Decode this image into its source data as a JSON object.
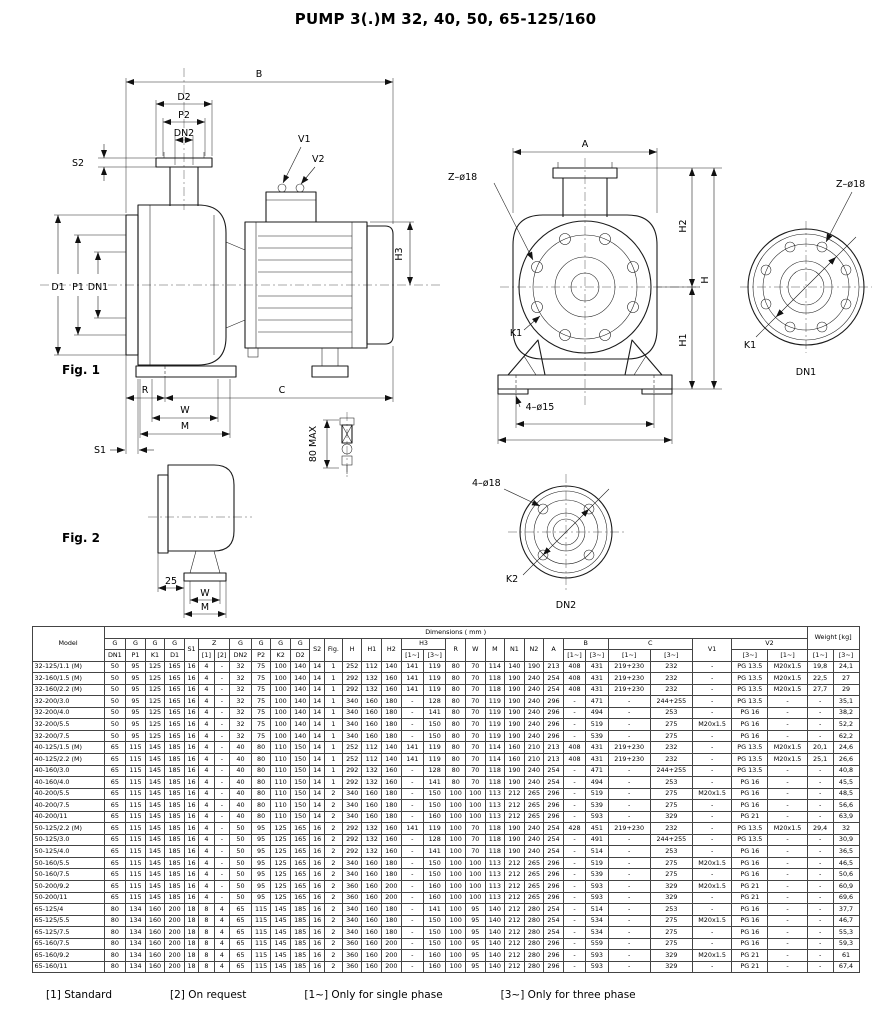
{
  "page": {
    "title": "PUMP 3(.)M 32, 40, 50, 65-125/160"
  },
  "figures": {
    "fig1_label": "Fig. 1",
    "fig2_label": "Fig. 2",
    "labels": {
      "B": "B",
      "D2": "D2",
      "P2": "P2",
      "DN2": "DN2",
      "S2": "S2",
      "D1": "D1",
      "P1": "P1",
      "DN1": "DN1",
      "V1": "V1",
      "V2": "V2",
      "H3": "H3",
      "R": "R",
      "C": "C",
      "W": "W",
      "M": "M",
      "S1": "S1",
      "max80": "80 MAX",
      "dim25": "25",
      "A": "A",
      "Z18": "Z–ø18",
      "H2": "H2",
      "H": "H",
      "H1": "H1",
      "K1": "K1",
      "K2": "K2",
      "holes15": "4–ø15",
      "holes18": "4–ø18"
    }
  },
  "table": {
    "header": {
      "model": "Model",
      "dims_title": "Dimensions ( mm )",
      "weight_title": "Weight [kg]",
      "groups": [
        {
          "l": "G"
        },
        {
          "l": "G"
        },
        {
          "l": "G"
        },
        {
          "l": "G"
        },
        {
          "l": "S1",
          "rs": 2
        },
        {
          "l": "Z",
          "cs": 2
        },
        {
          "l": "G"
        },
        {
          "l": "G"
        },
        {
          "l": "G"
        },
        {
          "l": "G"
        },
        {
          "l": "S2",
          "rs": 2
        },
        {
          "l": "Fig.",
          "rs": 2
        },
        {
          "l": "H",
          "rs": 2
        },
        {
          "l": "H1",
          "rs": 2
        },
        {
          "l": "H2",
          "rs": 2
        },
        {
          "l": "H3",
          "cs": 2
        },
        {
          "l": "R",
          "rs": 2
        },
        {
          "l": "W",
          "rs": 2
        },
        {
          "l": "M",
          "rs": 2
        },
        {
          "l": "N1",
          "rs": 2
        },
        {
          "l": "N2",
          "rs": 2
        },
        {
          "l": "A",
          "rs": 2
        },
        {
          "l": "B",
          "cs": 2
        },
        {
          "l": "C",
          "cs": 2
        },
        {
          "l": "V1",
          "rs": 2
        },
        {
          "l": "V2",
          "cs": 2
        }
      ],
      "subs": [
        "DN1",
        "P1",
        "K1",
        "D1",
        "[1]",
        "[2]",
        "DN2",
        "P2",
        "K2",
        "D2",
        "[1~]",
        "[3~]",
        "[1~]",
        "[3~]",
        "[1~]",
        "[3~]",
        "[3~]",
        "[1~]",
        "[1~]",
        "[3~]"
      ]
    },
    "rows": [
      {
        "m": "32-125/1.1 (M)",
        "v": [
          50,
          95,
          125,
          165,
          16,
          4,
          "-",
          32,
          75,
          100,
          140,
          14,
          1,
          252,
          112,
          140,
          141,
          119,
          80,
          70,
          114,
          140,
          190,
          213,
          408,
          431,
          "219+230",
          232,
          "-",
          "PG 13.5",
          "M20x1.5",
          "19,8",
          "24,1"
        ]
      },
      {
        "m": "32-160/1.5 (M)",
        "v": [
          50,
          95,
          125,
          165,
          16,
          4,
          "-",
          32,
          75,
          100,
          140,
          14,
          1,
          292,
          132,
          160,
          141,
          119,
          80,
          70,
          118,
          190,
          240,
          254,
          408,
          431,
          "219+230",
          232,
          "-",
          "PG 13.5",
          "M20x1.5",
          "22,5",
          "27"
        ]
      },
      {
        "m": "32-160/2.2 (M)",
        "v": [
          50,
          95,
          125,
          165,
          16,
          4,
          "-",
          32,
          75,
          100,
          140,
          14,
          1,
          292,
          132,
          160,
          141,
          119,
          80,
          70,
          118,
          190,
          240,
          254,
          408,
          431,
          "219+230",
          232,
          "-",
          "PG 13.5",
          "M20x1.5",
          "27,7",
          "29"
        ]
      },
      {
        "m": "32-200/3.0",
        "v": [
          50,
          95,
          125,
          165,
          16,
          4,
          "-",
          32,
          75,
          100,
          140,
          14,
          1,
          340,
          160,
          180,
          "-",
          128,
          80,
          70,
          119,
          190,
          240,
          296,
          "-",
          471,
          "-",
          "244+255",
          "-",
          "PG 13.5",
          "-",
          "-",
          "35,1"
        ]
      },
      {
        "m": "32-200/4.0",
        "v": [
          50,
          95,
          125,
          165,
          16,
          4,
          "-",
          32,
          75,
          100,
          140,
          14,
          1,
          340,
          160,
          180,
          "-",
          141,
          80,
          70,
          119,
          190,
          240,
          296,
          "-",
          494,
          "-",
          253,
          "-",
          "PG 16",
          "-",
          "-",
          "38,2"
        ]
      },
      {
        "m": "32-200/5.5",
        "v": [
          50,
          95,
          125,
          165,
          16,
          4,
          "-",
          32,
          75,
          100,
          140,
          14,
          1,
          340,
          160,
          180,
          "-",
          150,
          80,
          70,
          119,
          190,
          240,
          296,
          "-",
          519,
          "-",
          275,
          "M20x1.5",
          "PG 16",
          "-",
          "-",
          "52,2"
        ]
      },
      {
        "m": "32-200/7.5",
        "v": [
          50,
          95,
          125,
          165,
          16,
          4,
          "-",
          32,
          75,
          100,
          140,
          14,
          1,
          340,
          160,
          180,
          "-",
          150,
          80,
          70,
          119,
          190,
          240,
          296,
          "-",
          539,
          "-",
          275,
          "-",
          "PG 16",
          "-",
          "-",
          "62,2"
        ]
      },
      {
        "m": "40-125/1.5 (M)",
        "v": [
          65,
          115,
          145,
          185,
          16,
          4,
          "-",
          40,
          80,
          110,
          150,
          14,
          1,
          252,
          112,
          140,
          141,
          119,
          80,
          70,
          114,
          160,
          210,
          213,
          408,
          431,
          "219+230",
          232,
          "-",
          "PG 13.5",
          "M20x1.5",
          "20,1",
          "24,6"
        ]
      },
      {
        "m": "40-125/2.2 (M)",
        "v": [
          65,
          115,
          145,
          185,
          16,
          4,
          "-",
          40,
          80,
          110,
          150,
          14,
          1,
          252,
          112,
          140,
          141,
          119,
          80,
          70,
          114,
          160,
          210,
          213,
          408,
          431,
          "219+230",
          232,
          "-",
          "PG 13.5",
          "M20x1.5",
          "25,1",
          "26,6"
        ]
      },
      {
        "m": "40-160/3.0",
        "v": [
          65,
          115,
          145,
          185,
          16,
          4,
          "-",
          40,
          80,
          110,
          150,
          14,
          1,
          292,
          132,
          160,
          "-",
          128,
          80,
          70,
          118,
          190,
          240,
          254,
          "-",
          471,
          "-",
          "244+255",
          "-",
          "PG 13.5",
          "-",
          "-",
          "40,8"
        ]
      },
      {
        "m": "40-160/4.0",
        "v": [
          65,
          115,
          145,
          185,
          16,
          4,
          "-",
          40,
          80,
          110,
          150,
          14,
          1,
          292,
          132,
          160,
          "-",
          141,
          80,
          70,
          118,
          190,
          240,
          254,
          "-",
          494,
          "-",
          253,
          "-",
          "PG 16",
          "-",
          "-",
          "45,5"
        ]
      },
      {
        "m": "40-200/5.5",
        "v": [
          65,
          115,
          145,
          185,
          16,
          4,
          "-",
          40,
          80,
          110,
          150,
          14,
          2,
          340,
          160,
          180,
          "-",
          150,
          100,
          100,
          113,
          212,
          265,
          296,
          "-",
          519,
          "-",
          275,
          "M20x1.5",
          "PG 16",
          "-",
          "-",
          "48,5"
        ]
      },
      {
        "m": "40-200/7.5",
        "v": [
          65,
          115,
          145,
          185,
          16,
          4,
          "-",
          40,
          80,
          110,
          150,
          14,
          2,
          340,
          160,
          180,
          "-",
          150,
          100,
          100,
          113,
          212,
          265,
          296,
          "-",
          539,
          "-",
          275,
          "-",
          "PG 16",
          "-",
          "-",
          "56,6"
        ]
      },
      {
        "m": "40-200/11",
        "v": [
          65,
          115,
          145,
          185,
          16,
          4,
          "-",
          40,
          80,
          110,
          150,
          14,
          2,
          340,
          160,
          180,
          "-",
          160,
          100,
          100,
          113,
          212,
          265,
          296,
          "-",
          593,
          "-",
          329,
          "-",
          "PG 21",
          "-",
          "-",
          "63,9"
        ]
      },
      {
        "m": "50-125/2.2 (M)",
        "v": [
          65,
          115,
          145,
          185,
          16,
          4,
          "-",
          50,
          95,
          125,
          165,
          16,
          2,
          292,
          132,
          160,
          141,
          119,
          100,
          70,
          118,
          190,
          240,
          254,
          428,
          451,
          "219+230",
          232,
          "-",
          "PG 13.5",
          "M20x1.5",
          "29,4",
          "32"
        ]
      },
      {
        "m": "50-125/3.0",
        "v": [
          65,
          115,
          145,
          185,
          16,
          4,
          "-",
          50,
          95,
          125,
          165,
          16,
          2,
          292,
          132,
          160,
          "-",
          128,
          100,
          70,
          118,
          190,
          240,
          254,
          "-",
          491,
          "-",
          "244+255",
          "-",
          "PG 13.5",
          "-",
          "-",
          "30,9"
        ]
      },
      {
        "m": "50-125/4.0",
        "v": [
          65,
          115,
          145,
          185,
          16,
          4,
          "-",
          50,
          95,
          125,
          165,
          16,
          2,
          292,
          132,
          160,
          "-",
          141,
          100,
          70,
          118,
          190,
          240,
          254,
          "-",
          514,
          "-",
          253,
          "-",
          "PG 16",
          "-",
          "-",
          "36,5"
        ]
      },
      {
        "m": "50-160/5.5",
        "v": [
          65,
          115,
          145,
          185,
          16,
          4,
          "-",
          50,
          95,
          125,
          165,
          16,
          2,
          340,
          160,
          180,
          "-",
          150,
          100,
          100,
          113,
          212,
          265,
          296,
          "-",
          519,
          "-",
          275,
          "M20x1.5",
          "PG 16",
          "-",
          "-",
          "46,5"
        ]
      },
      {
        "m": "50-160/7.5",
        "v": [
          65,
          115,
          145,
          185,
          16,
          4,
          "-",
          50,
          95,
          125,
          165,
          16,
          2,
          340,
          160,
          180,
          "-",
          150,
          100,
          100,
          113,
          212,
          265,
          296,
          "-",
          539,
          "-",
          275,
          "-",
          "PG 16",
          "-",
          "-",
          "50,6"
        ]
      },
      {
        "m": "50-200/9.2",
        "v": [
          65,
          115,
          145,
          185,
          16,
          4,
          "-",
          50,
          95,
          125,
          165,
          16,
          2,
          360,
          160,
          200,
          "-",
          160,
          100,
          100,
          113,
          212,
          265,
          296,
          "-",
          593,
          "-",
          329,
          "M20x1.5",
          "PG 21",
          "-",
          "-",
          "60,9"
        ]
      },
      {
        "m": "50-200/11",
        "v": [
          65,
          115,
          145,
          185,
          16,
          4,
          "-",
          50,
          95,
          125,
          165,
          16,
          2,
          360,
          160,
          200,
          "-",
          160,
          100,
          100,
          113,
          212,
          265,
          296,
          "-",
          593,
          "-",
          329,
          "-",
          "PG 21",
          "-",
          "-",
          "69,6"
        ]
      },
      {
        "m": "65-125/4",
        "v": [
          80,
          134,
          160,
          200,
          18,
          8,
          4,
          65,
          115,
          145,
          185,
          16,
          2,
          340,
          160,
          180,
          "-",
          141,
          100,
          95,
          140,
          212,
          280,
          254,
          "-",
          514,
          "-",
          253,
          "-",
          "PG 16",
          "-",
          "-",
          "37,7"
        ]
      },
      {
        "m": "65-125/5.5",
        "v": [
          80,
          134,
          160,
          200,
          18,
          8,
          4,
          65,
          115,
          145,
          185,
          16,
          2,
          340,
          160,
          180,
          "-",
          150,
          100,
          95,
          140,
          212,
          280,
          254,
          "-",
          534,
          "-",
          275,
          "M20x1.5",
          "PG 16",
          "-",
          "-",
          "46,7"
        ]
      },
      {
        "m": "65-125/7.5",
        "v": [
          80,
          134,
          160,
          200,
          18,
          8,
          4,
          65,
          115,
          145,
          185,
          16,
          2,
          340,
          160,
          180,
          "-",
          150,
          100,
          95,
          140,
          212,
          280,
          254,
          "-",
          534,
          "-",
          275,
          "-",
          "PG 16",
          "-",
          "-",
          "55,3"
        ]
      },
      {
        "m": "65-160/7.5",
        "v": [
          80,
          134,
          160,
          200,
          18,
          8,
          4,
          65,
          115,
          145,
          185,
          16,
          2,
          360,
          160,
          200,
          "-",
          150,
          100,
          95,
          140,
          212,
          280,
          296,
          "-",
          559,
          "-",
          275,
          "-",
          "PG 16",
          "-",
          "-",
          "59,3"
        ]
      },
      {
        "m": "65-160/9.2",
        "v": [
          80,
          134,
          160,
          200,
          18,
          8,
          4,
          65,
          115,
          145,
          185,
          16,
          2,
          360,
          160,
          200,
          "-",
          160,
          100,
          95,
          140,
          212,
          280,
          296,
          "-",
          593,
          "-",
          329,
          "M20x1.5",
          "PG 21",
          "-",
          "-",
          "61"
        ]
      },
      {
        "m": "65-160/11",
        "v": [
          80,
          134,
          160,
          200,
          18,
          8,
          4,
          65,
          115,
          145,
          185,
          16,
          2,
          360,
          160,
          200,
          "-",
          160,
          100,
          95,
          140,
          212,
          280,
          296,
          "-",
          593,
          "-",
          329,
          "-",
          "PG 21",
          "-",
          "-",
          "67,4"
        ]
      }
    ]
  },
  "footer": {
    "items": [
      "[1] Standard",
      "[2] On request",
      "[1~] Only for single phase",
      "[3~] Only for three phase"
    ]
  }
}
